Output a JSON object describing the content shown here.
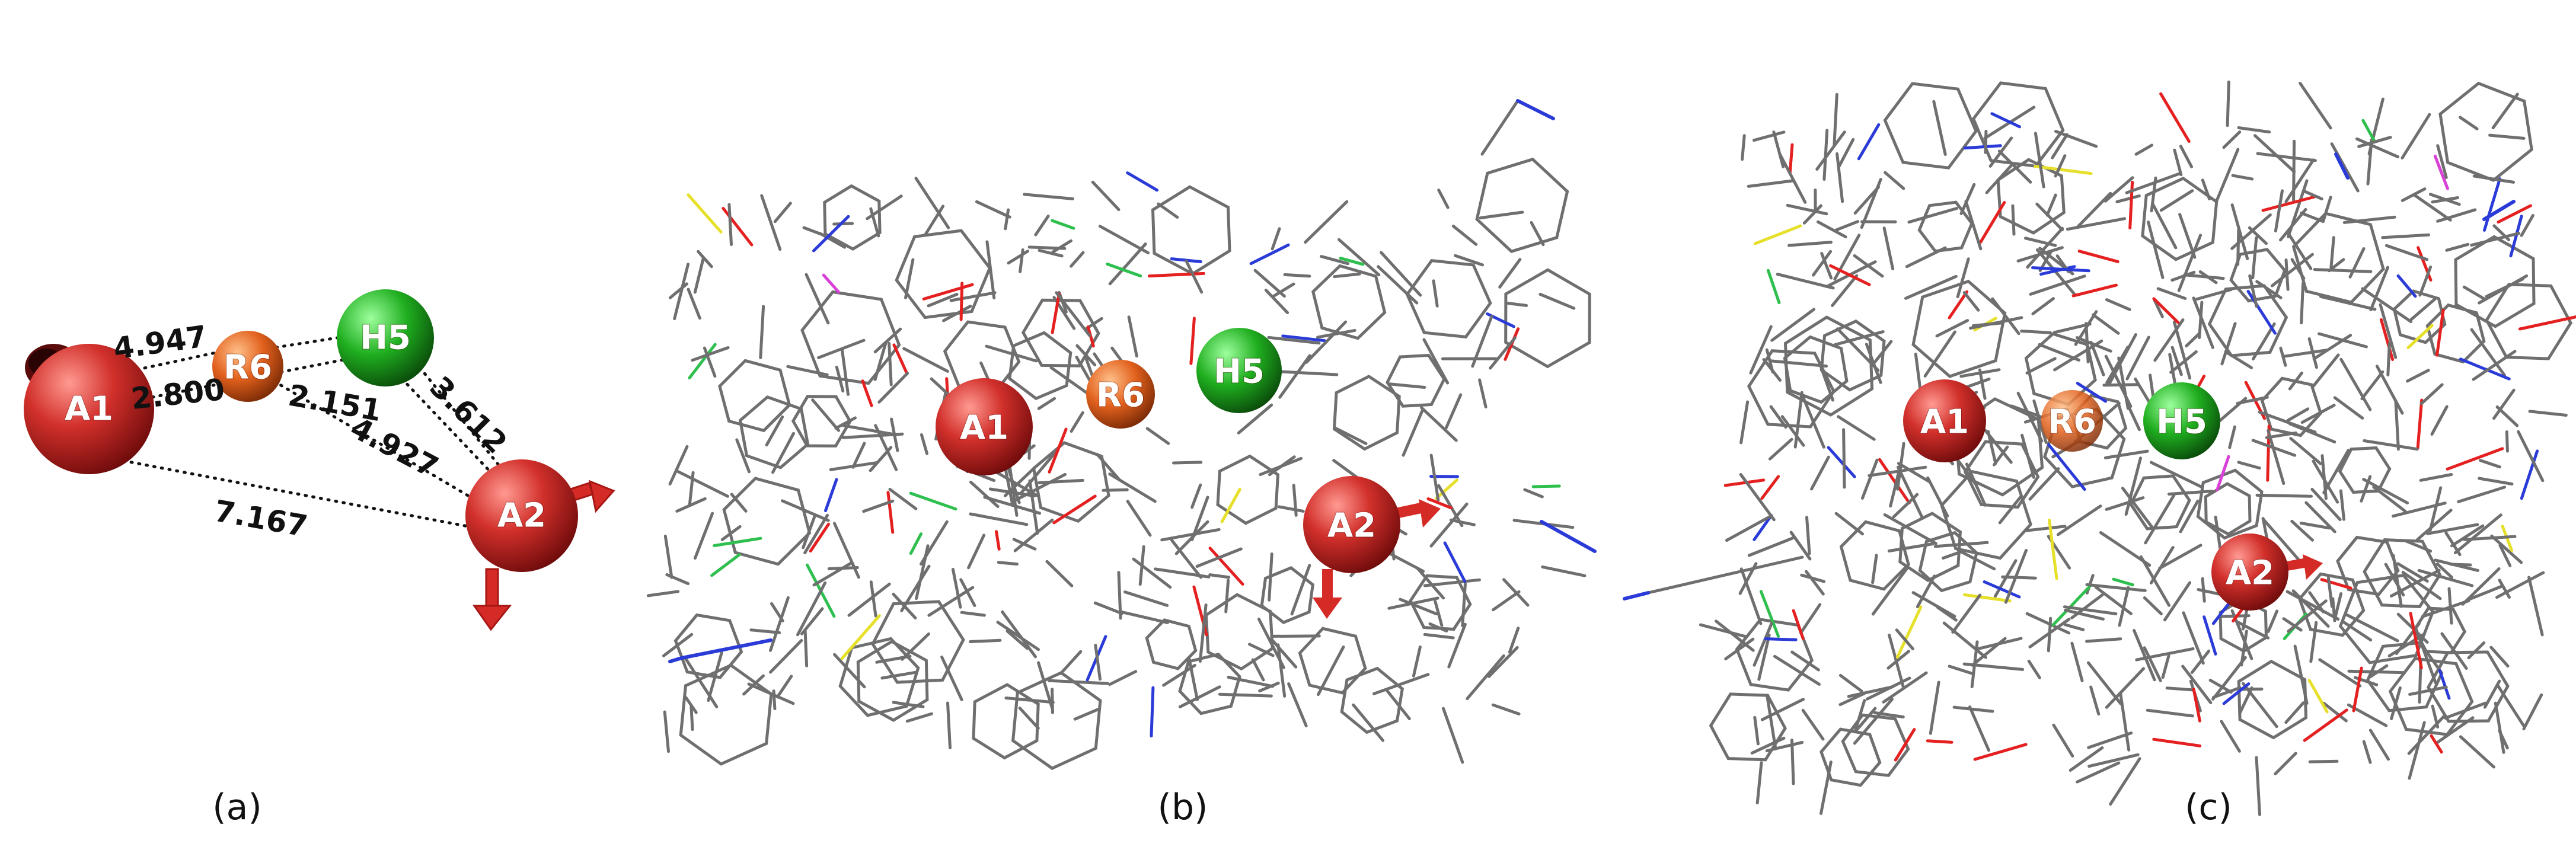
{
  "colors": {
    "acceptor": "#c9302c",
    "ring": "#e0621e",
    "hydrophobe": "#1ea81e",
    "bond_gray": "#6f6f6f",
    "nitrogen": "#2b3bd8",
    "oxygen": "#e42020",
    "sulfur": "#e6e02a",
    "halogen": "#2fbf4f",
    "fluorine": "#d840d8"
  },
  "panel_a": {
    "label": "(a)",
    "features": {
      "A1": "A1",
      "R6": "R6",
      "H5": "H5",
      "A2": "A2"
    },
    "distances": {
      "A1_R6": "4.947",
      "A1_H5": "2.800",
      "R6_A2": "2.151",
      "R6_A2b": "4.927",
      "H5_A2": "3.612",
      "A1_A2": "7.167"
    }
  },
  "panel_b": {
    "label": "(b)",
    "features": {
      "A1": "A1",
      "R6": "R6",
      "H5": "H5",
      "A2": "A2"
    }
  },
  "panel_c": {
    "label": "(c)",
    "features": {
      "A1": "A1",
      "R6": "R6",
      "H5": "H5",
      "A2": "A2"
    }
  }
}
